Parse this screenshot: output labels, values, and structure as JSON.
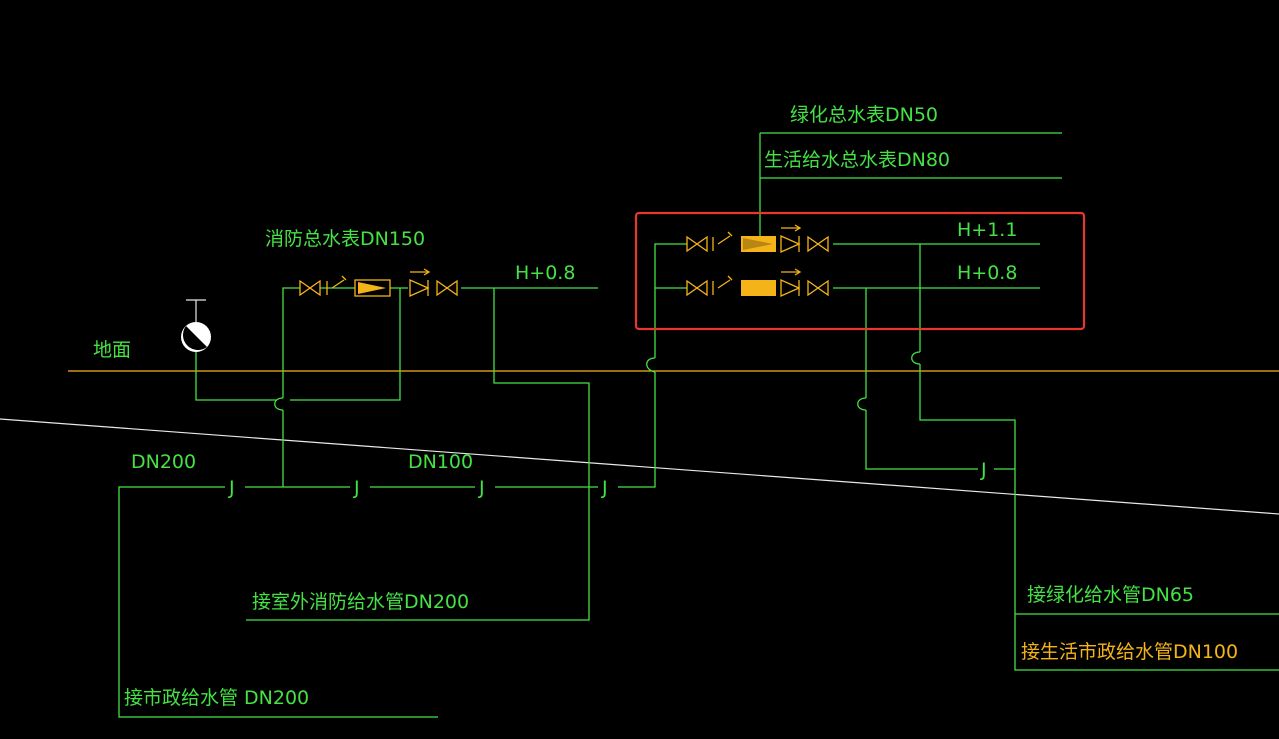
{
  "labels": {
    "fire_meter": "消防总水表DN150",
    "green_meter": "绿化总水表DN50",
    "domestic_meter": "生活给水总水表DN80",
    "h_fire": "H+0.8",
    "h_upper": "H+1.1",
    "h_lower": "H+0.8",
    "ground": "地面",
    "dn200": "DN200",
    "dn100": "DN100",
    "outdoor_fire": "接室外消防给水管DN200",
    "municipal": "接市政给水管  DN200",
    "greening_pipe": "接绿化给水管DN65",
    "domestic_pipe": "接生活市政给水管DN100"
  },
  "pipe_marks": {
    "j": "J"
  },
  "colors": {
    "background": "#000000",
    "pipe": "#44e244",
    "valve": "#f5b31a",
    "ground_line": "#f5b31a",
    "highlight_box": "#e8372f",
    "section_line": "#e8e8e8"
  }
}
